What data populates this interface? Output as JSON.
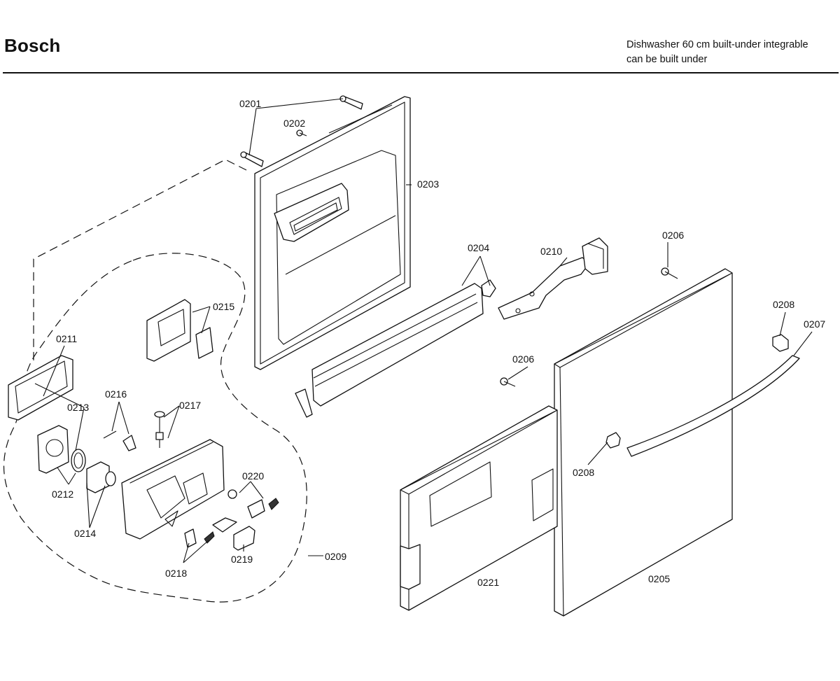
{
  "header": {
    "brand": "Bosch",
    "model_line1": "Dishwasher 60 cm built-under integrable",
    "model_line2": "can be built under"
  },
  "parts": [
    {
      "id": "p0201",
      "label": "0201"
    },
    {
      "id": "p0202",
      "label": "0202"
    },
    {
      "id": "p0203",
      "label": "0203"
    },
    {
      "id": "p0204",
      "label": "0204"
    },
    {
      "id": "p0205",
      "label": "0205"
    },
    {
      "id": "p0206a",
      "label": "0206"
    },
    {
      "id": "p0206b",
      "label": "0206"
    },
    {
      "id": "p0207",
      "label": "0207"
    },
    {
      "id": "p0208a",
      "label": "0208"
    },
    {
      "id": "p0208b",
      "label": "0208"
    },
    {
      "id": "p0209",
      "label": "0209"
    },
    {
      "id": "p0210",
      "label": "0210"
    },
    {
      "id": "p0211",
      "label": "0211"
    },
    {
      "id": "p0212",
      "label": "0212"
    },
    {
      "id": "p0213",
      "label": "0213"
    },
    {
      "id": "p0214",
      "label": "0214"
    },
    {
      "id": "p0215",
      "label": "0215"
    },
    {
      "id": "p0216",
      "label": "0216"
    },
    {
      "id": "p0217",
      "label": "0217"
    },
    {
      "id": "p0218",
      "label": "0218"
    },
    {
      "id": "p0219",
      "label": "0219"
    },
    {
      "id": "p0220",
      "label": "0220"
    },
    {
      "id": "p0221",
      "label": "0221"
    }
  ]
}
